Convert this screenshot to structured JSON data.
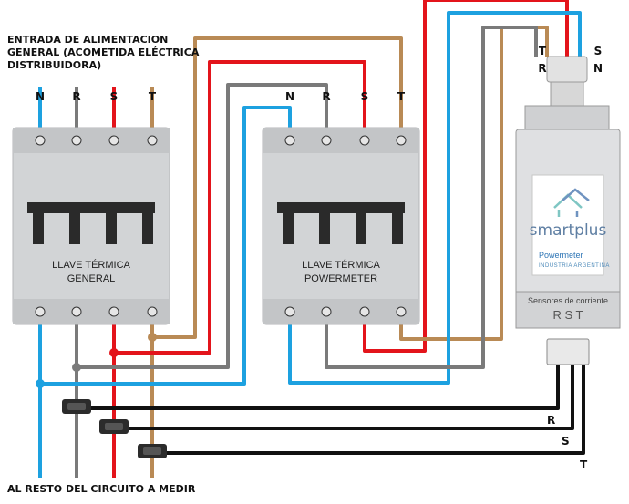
{
  "title": {
    "line1": "ENTRADA DE ALIMENTACION",
    "line2": "GENERAL (ACOMETIDA ELÉCTRICA",
    "line3": "DISTRIBUIDORA)"
  },
  "footer": "AL RESTO DEL CIRCUITO A MEDIR",
  "phase_labels": {
    "n": "N",
    "r": "R",
    "s": "S",
    "t": "T"
  },
  "breaker_general": {
    "line1": "LLAVE TÉRMICA",
    "line2": "GENERAL"
  },
  "breaker_powermeter": {
    "line1": "LLAVE TÉRMICA",
    "line2": "POWERMETER"
  },
  "device": {
    "brand": "smartplus",
    "product": "Powermeter",
    "subtitle": "INDUSTRIA ARGENTINA",
    "sensors_label": "Sensores de corriente",
    "sensor_phases": "R S T",
    "terminal_labels": {
      "t": "T",
      "s": "S",
      "r": "R",
      "n": "N"
    }
  },
  "sensor_wire_labels": {
    "r": "R",
    "s": "S",
    "t": "T"
  },
  "colors": {
    "neutral": "#1da1e0",
    "phase_r": "#7a7a7a",
    "phase_s": "#e3141b",
    "phase_t": "#b98a55",
    "sensor": "#111111"
  }
}
